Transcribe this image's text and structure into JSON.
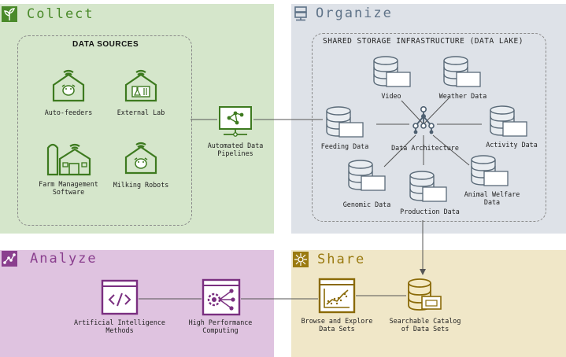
{
  "sections": {
    "collect": {
      "title": "Collect",
      "color": "#4a8a2a",
      "bg": "#d5e6cb"
    },
    "organize": {
      "title": "Organize",
      "color": "#5f7388",
      "bg": "#dee2e8"
    },
    "analyze": {
      "title": "Analyze",
      "color": "#8a3f8e",
      "bg": "#dfc3e0"
    },
    "share": {
      "title": "Share",
      "color": "#9a7a10",
      "bg": "#f0e7c8"
    }
  },
  "collect": {
    "box_title": "DATA SOURCES",
    "nodes": [
      {
        "label": "Auto-feeders",
        "icon": "barn-feeder-icon"
      },
      {
        "label": "External Lab",
        "icon": "lab-building-icon"
      },
      {
        "label": "Farm Management\nSoftware",
        "icon": "farm-silo-icon"
      },
      {
        "label": "Milking Robots",
        "icon": "barn-cow-icon"
      }
    ],
    "pipeline": {
      "label": "Automated Data\nPipelines",
      "icon": "pipeline-monitor-icon"
    }
  },
  "organize": {
    "box_title": "SHARED STORAGE INFRASTRUCTURE (DATA LAKE)",
    "center": {
      "label": "Data Architecture",
      "icon": "network-hierarchy-icon"
    },
    "stores": [
      {
        "label": "Video",
        "icon": "database-icon"
      },
      {
        "label": "Weather Data",
        "icon": "database-icon"
      },
      {
        "label": "Feeding Data",
        "icon": "database-icon"
      },
      {
        "label": "Activity Data",
        "icon": "database-icon"
      },
      {
        "label": "Genomic Data",
        "icon": "database-icon"
      },
      {
        "label": "Production Data",
        "icon": "database-icon"
      },
      {
        "label": "Animal Welfare\nData",
        "icon": "database-icon"
      }
    ]
  },
  "analyze": {
    "nodes": [
      {
        "label": "Artificial Intelligence\nMethods",
        "icon": "code-window-icon"
      },
      {
        "label": "High Performance\nComputing",
        "icon": "gear-network-icon"
      }
    ]
  },
  "share": {
    "nodes": [
      {
        "label": "Browse and Explore\nData Sets",
        "icon": "chart-window-icon"
      },
      {
        "label": "Searchable Catalog\nof Data Sets",
        "icon": "database-catalog-icon"
      }
    ]
  }
}
